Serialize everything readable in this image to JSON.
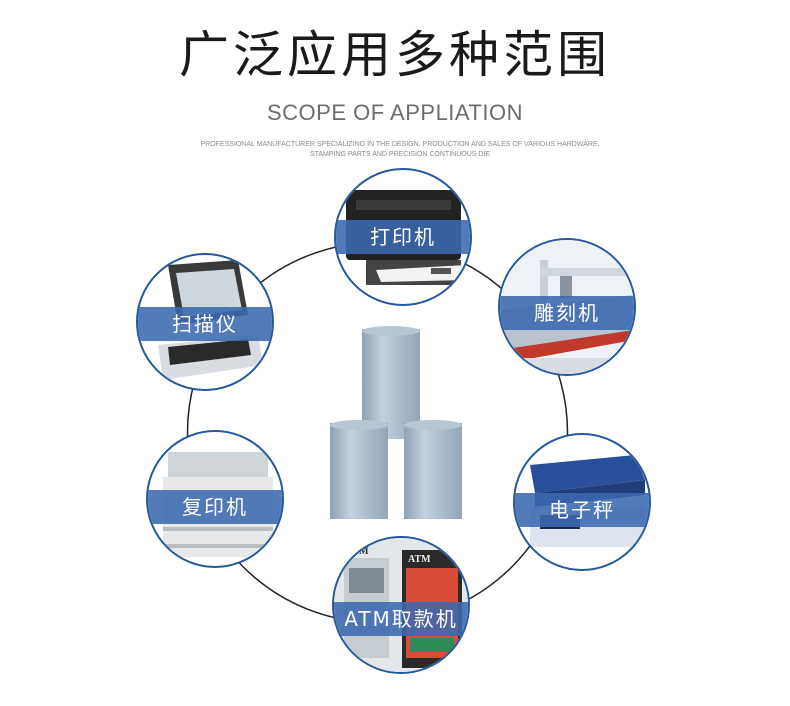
{
  "header": {
    "title": "广泛应用多种范围",
    "subtitle": "SCOPE OF APPLIATION",
    "description_line1": "PROFESSIONAL MANUFACTURER SPECIALIZING IN THE DESIGN, PRODUCTION AND SALES OF VARIOUS HARDWARE,",
    "description_line2": "STAMPING PARTS AND PRECISION CONTINUOUS DIE"
  },
  "applications": [
    {
      "label": "打印机",
      "icon": "printer-icon"
    },
    {
      "label": "雕刻机",
      "icon": "engraving-machine-icon"
    },
    {
      "label": "电子秤",
      "icon": "electronic-scale-icon"
    },
    {
      "label": "ATM取款机",
      "icon": "atm-icon"
    },
    {
      "label": "复印机",
      "icon": "copier-icon"
    },
    {
      "label": "扫描仪",
      "icon": "scanner-icon"
    }
  ],
  "atm_sign": "ATM",
  "colors": {
    "ring": "#27589c",
    "band": "#3a69af",
    "roll": "#aebdcb"
  }
}
